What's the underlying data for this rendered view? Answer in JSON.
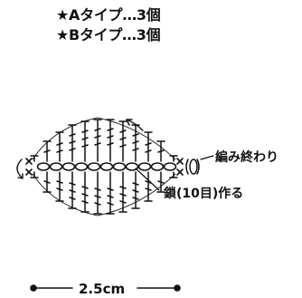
{
  "header": {
    "line1": "★Aタイプ…3個",
    "line2": "★Bタイプ…3個"
  },
  "labels": {
    "end_of_knitting": "編み終わり",
    "chain": "鎖(10目)作る"
  },
  "dimension": {
    "text": "2.5cm"
  },
  "colors": {
    "ink": "#111111",
    "background": "#ffffff"
  }
}
